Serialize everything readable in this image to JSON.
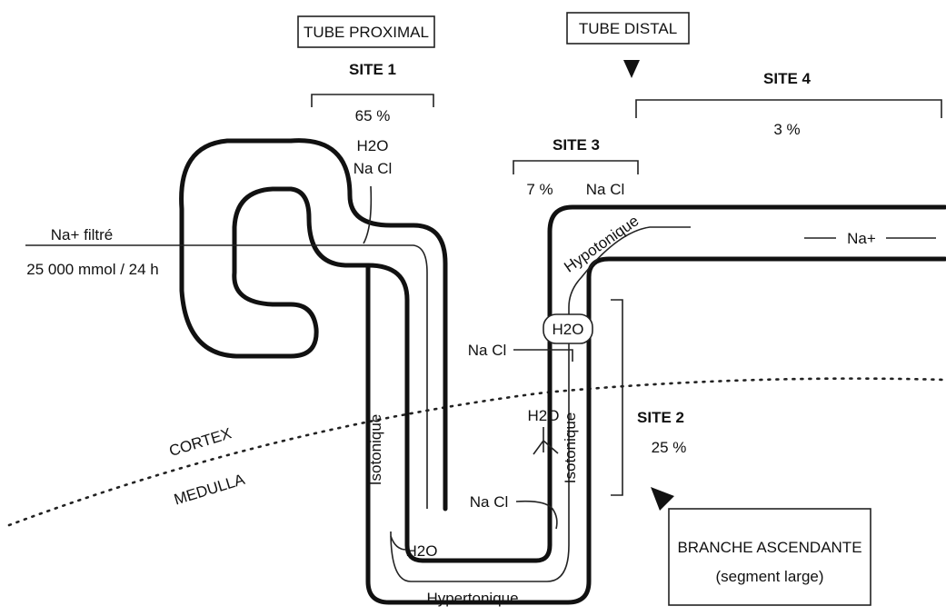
{
  "labels": {
    "tube_proximal": "TUBE PROXIMAL",
    "tube_distal": "TUBE DISTAL",
    "site1": "SITE 1",
    "site1_pct": "65 %",
    "site1_h2o": "H2O",
    "site1_nacl": "Na Cl",
    "site2": "SITE 2",
    "site2_pct": "25 %",
    "site3": "SITE 3",
    "site3_pct": "7 %",
    "site3_nacl": "Na Cl",
    "site4": "SITE 4",
    "site4_pct": "3 %",
    "na_filtered": "Na+ filtré",
    "na_amount": "25 000 mmol / 24 h",
    "na_out": "Na+",
    "cortex": "CORTEX",
    "medulla": "MEDULLA",
    "isotonique_desc": "Isotonique",
    "isotonique_asc": "Isotonique",
    "hypertonique": "Hypertonique",
    "hypotonique": "Hypotonique",
    "h2o_loop": "H2O",
    "h2o_asc": "H2O",
    "h2o_box": "H2O",
    "nacl_upper": "Na Cl",
    "nacl_lower": "Na Cl",
    "branche_title": "BRANCHE ASCENDANTE",
    "branche_sub": "(segment large)"
  }
}
